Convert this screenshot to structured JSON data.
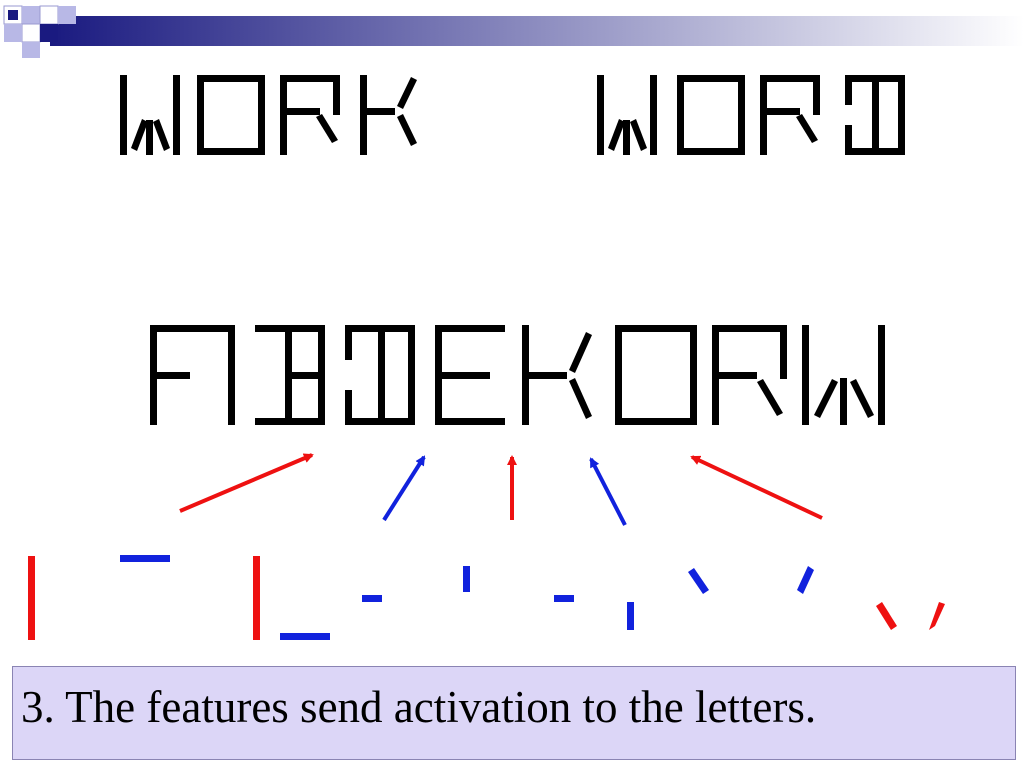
{
  "slide": {
    "words": [
      "WORK",
      "WORD"
    ],
    "letters": [
      "A",
      "B",
      "D",
      "E",
      "K",
      "O",
      "R",
      "W"
    ],
    "caption": "3. The features send activation to the letters."
  },
  "colors": {
    "ink": "#000000",
    "active_feature": "#ee1111",
    "inactive_feature": "#1122dd",
    "caption_bg": "#dcd6f7",
    "header_gradient_start": "#1a1a80",
    "header_gradient_end": "#ffffff"
  },
  "legend_icons": [
    "checkered-squares-icon"
  ]
}
